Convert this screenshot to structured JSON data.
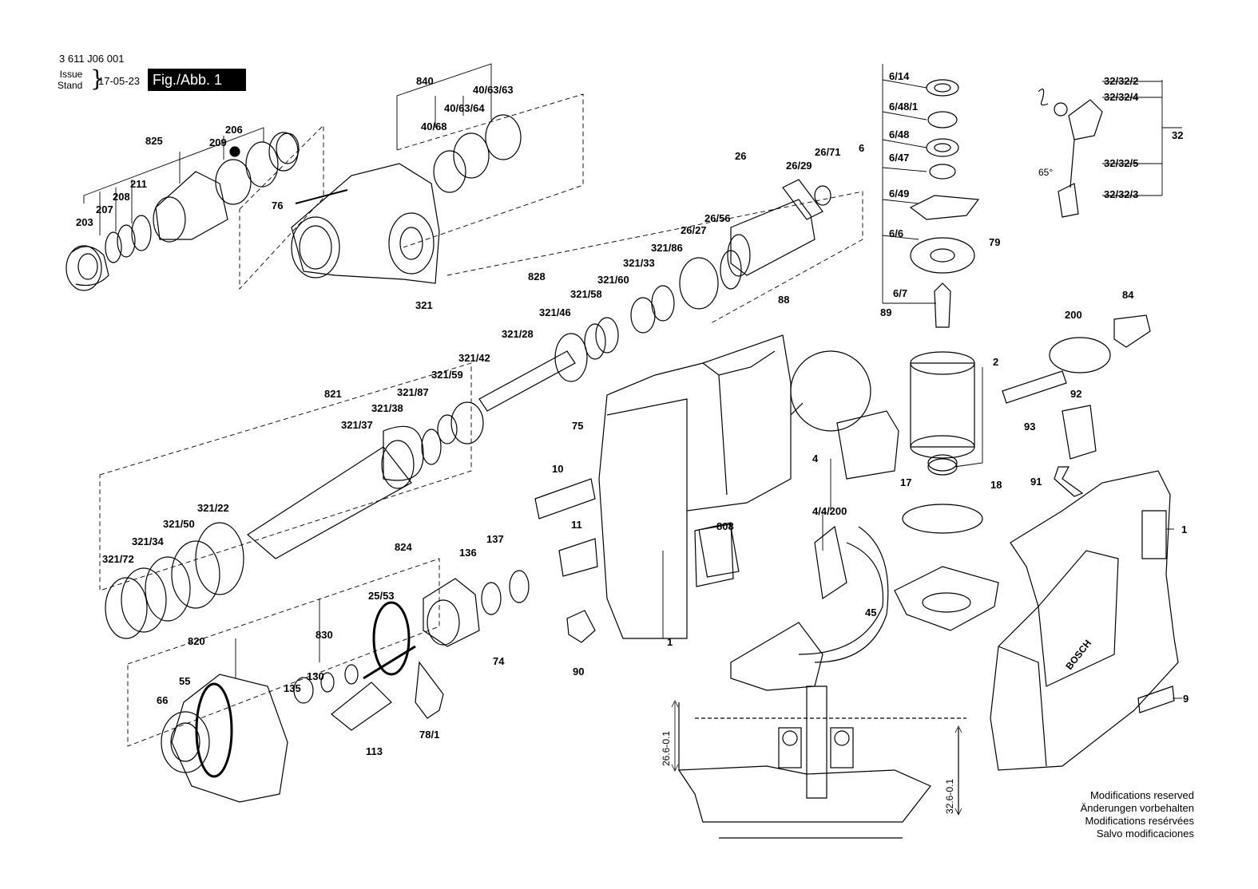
{
  "header": {
    "doc_number": "3 611 J06 001",
    "issue_label_1": "Issue",
    "issue_label_2": "Stand",
    "date": "17-05-23",
    "figure": "Fig./Abb. 1"
  },
  "labels": [
    {
      "id": "840",
      "text": "840"
    },
    {
      "id": "40-63-63",
      "text": "40/63/63"
    },
    {
      "id": "40-63-64",
      "text": "40/63/64"
    },
    {
      "id": "40-68",
      "text": "40/68"
    },
    {
      "id": "825",
      "text": "825"
    },
    {
      "id": "206",
      "text": "206"
    },
    {
      "id": "209",
      "text": "209"
    },
    {
      "id": "211",
      "text": "211"
    },
    {
      "id": "208",
      "text": "208"
    },
    {
      "id": "207",
      "text": "207"
    },
    {
      "id": "203",
      "text": "203"
    },
    {
      "id": "76",
      "text": "76"
    },
    {
      "id": "26",
      "text": "26"
    },
    {
      "id": "26-29",
      "text": "26/29"
    },
    {
      "id": "26-71",
      "text": "26/71"
    },
    {
      "id": "26-56",
      "text": "26/56"
    },
    {
      "id": "26-27",
      "text": "26/27"
    },
    {
      "id": "321-86",
      "text": "321/86"
    },
    {
      "id": "321-33",
      "text": "321/33"
    },
    {
      "id": "828",
      "text": "828"
    },
    {
      "id": "321-60",
      "text": "321/60"
    },
    {
      "id": "321-58",
      "text": "321/58"
    },
    {
      "id": "321-46",
      "text": "321/46"
    },
    {
      "id": "321",
      "text": "321"
    },
    {
      "id": "321-28",
      "text": "321/28"
    },
    {
      "id": "321-42",
      "text": "321/42"
    },
    {
      "id": "321-59",
      "text": "321/59"
    },
    {
      "id": "821",
      "text": "821"
    },
    {
      "id": "321-87",
      "text": "321/87"
    },
    {
      "id": "321-38",
      "text": "321/38"
    },
    {
      "id": "321-37",
      "text": "321/37"
    },
    {
      "id": "321-22",
      "text": "321/22"
    },
    {
      "id": "321-50",
      "text": "321/50"
    },
    {
      "id": "321-34",
      "text": "321/34"
    },
    {
      "id": "321-72",
      "text": "321/72"
    },
    {
      "id": "824",
      "text": "824"
    },
    {
      "id": "137",
      "text": "137"
    },
    {
      "id": "136",
      "text": "136"
    },
    {
      "id": "25-53",
      "text": "25/53"
    },
    {
      "id": "830",
      "text": "830"
    },
    {
      "id": "820",
      "text": "820"
    },
    {
      "id": "55",
      "text": "55"
    },
    {
      "id": "66",
      "text": "66"
    },
    {
      "id": "135",
      "text": "135"
    },
    {
      "id": "130",
      "text": "130"
    },
    {
      "id": "113",
      "text": "113"
    },
    {
      "id": "78-1",
      "text": "78/1"
    },
    {
      "id": "74",
      "text": "74"
    },
    {
      "id": "75",
      "text": "75"
    },
    {
      "id": "10",
      "text": "10"
    },
    {
      "id": "11",
      "text": "11"
    },
    {
      "id": "90",
      "text": "90"
    },
    {
      "id": "808",
      "text": "808"
    },
    {
      "id": "1a",
      "text": "1"
    },
    {
      "id": "6",
      "text": "6"
    },
    {
      "id": "6-14",
      "text": "6/14"
    },
    {
      "id": "6-48-1",
      "text": "6/48/1"
    },
    {
      "id": "6-48",
      "text": "6/48"
    },
    {
      "id": "6-47",
      "text": "6/47"
    },
    {
      "id": "6-49",
      "text": "6/49"
    },
    {
      "id": "6-6",
      "text": "6/6"
    },
    {
      "id": "6-7",
      "text": "6/7"
    },
    {
      "id": "79",
      "text": "79"
    },
    {
      "id": "88",
      "text": "88"
    },
    {
      "id": "89",
      "text": "89"
    },
    {
      "id": "2",
      "text": "2"
    },
    {
      "id": "17",
      "text": "17"
    },
    {
      "id": "4",
      "text": "4"
    },
    {
      "id": "4-4-200",
      "text": "4/4/200"
    },
    {
      "id": "18",
      "text": "18"
    },
    {
      "id": "45",
      "text": "45"
    },
    {
      "id": "32-32-2",
      "text": "32/32/2"
    },
    {
      "id": "32-32-4",
      "text": "32/32/4"
    },
    {
      "id": "32",
      "text": "32"
    },
    {
      "id": "32-32-5",
      "text": "32/32/5"
    },
    {
      "id": "32-32-3",
      "text": "32/32/3"
    },
    {
      "id": "65deg",
      "text": "65°"
    },
    {
      "id": "84",
      "text": "84"
    },
    {
      "id": "200",
      "text": "200"
    },
    {
      "id": "92",
      "text": "92"
    },
    {
      "id": "93",
      "text": "93"
    },
    {
      "id": "91",
      "text": "91"
    },
    {
      "id": "1b",
      "text": "1"
    },
    {
      "id": "9",
      "text": "9"
    }
  ],
  "dimensions": {
    "dim_left": "26.6-0.1",
    "dim_right": "32.6-0.1"
  },
  "brand_mark": "BOSCH",
  "notes": [
    "Modifications reserved",
    "Änderungen vorbehalten",
    "Modifications resérvées",
    "Salvo modificaciones"
  ]
}
